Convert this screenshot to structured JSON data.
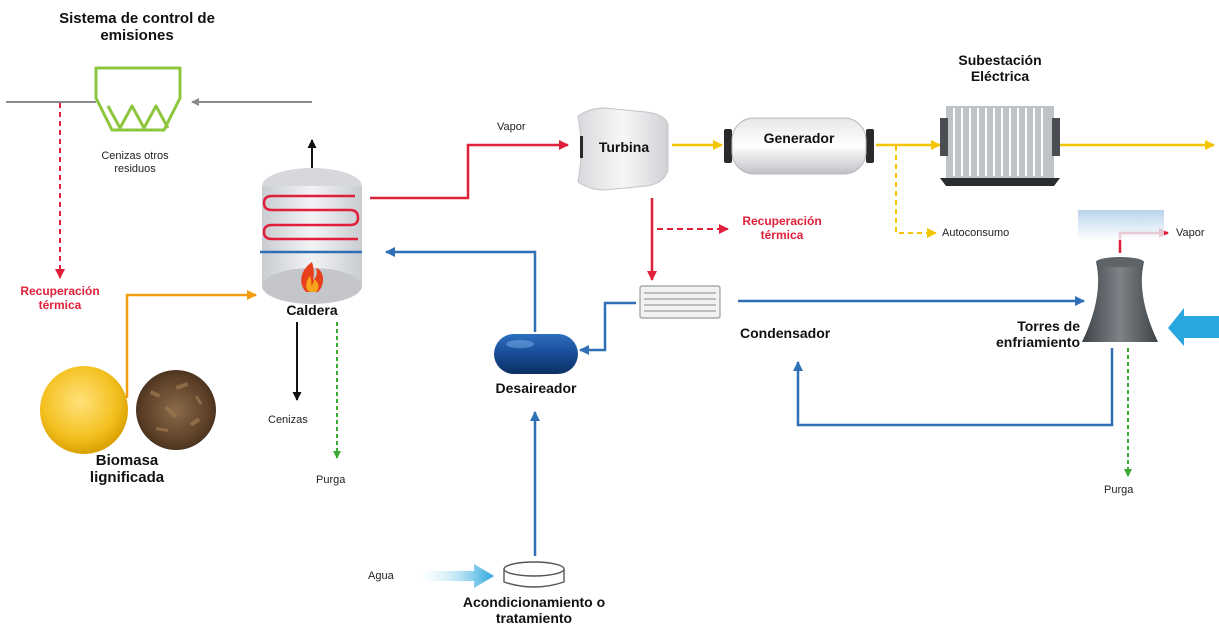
{
  "labels": {
    "emission_control": "Sistema de control de emisiones",
    "ash_residue": "Cenizas otros residuos",
    "heat_recovery_left": "Recuperación térmica",
    "boiler": "Caldera",
    "biomass": "Biomasa lignificada",
    "ash": "Cenizas",
    "purge_left": "Purga",
    "steam": "Vapor",
    "turbine": "Turbina",
    "generator": "Generador",
    "substation": "Subestación Eléctrica",
    "self_consumption": "Autoconsumo",
    "heat_recovery_center": "Recuperación térmica",
    "steam_right": "Vapor",
    "condenser": "Condensador",
    "cooling_towers": "Torres de enfriamiento",
    "purge_right": "Purga",
    "deaerator": "Desaireador",
    "water": "Agua",
    "treatment": "Acondicionamiento o tratamiento"
  },
  "colors": {
    "steam_line": "#e0203a",
    "power_line": "#f5c400",
    "water_line": "#2f6fb5",
    "fuel_line": "#f39c12",
    "purge_line": "#3aaa35",
    "gas_line": "#8a8a8a",
    "inlet_arrow": "#29a6de"
  },
  "icons": [
    "filter-icon",
    "boiler-icon",
    "flame-icon",
    "turbine-icon",
    "generator-icon",
    "transformer-icon",
    "cooling-tower-icon",
    "condenser-icon",
    "deaerator-tank-icon",
    "treatment-tank-icon",
    "wood-chips-icon",
    "pellet-icon"
  ]
}
